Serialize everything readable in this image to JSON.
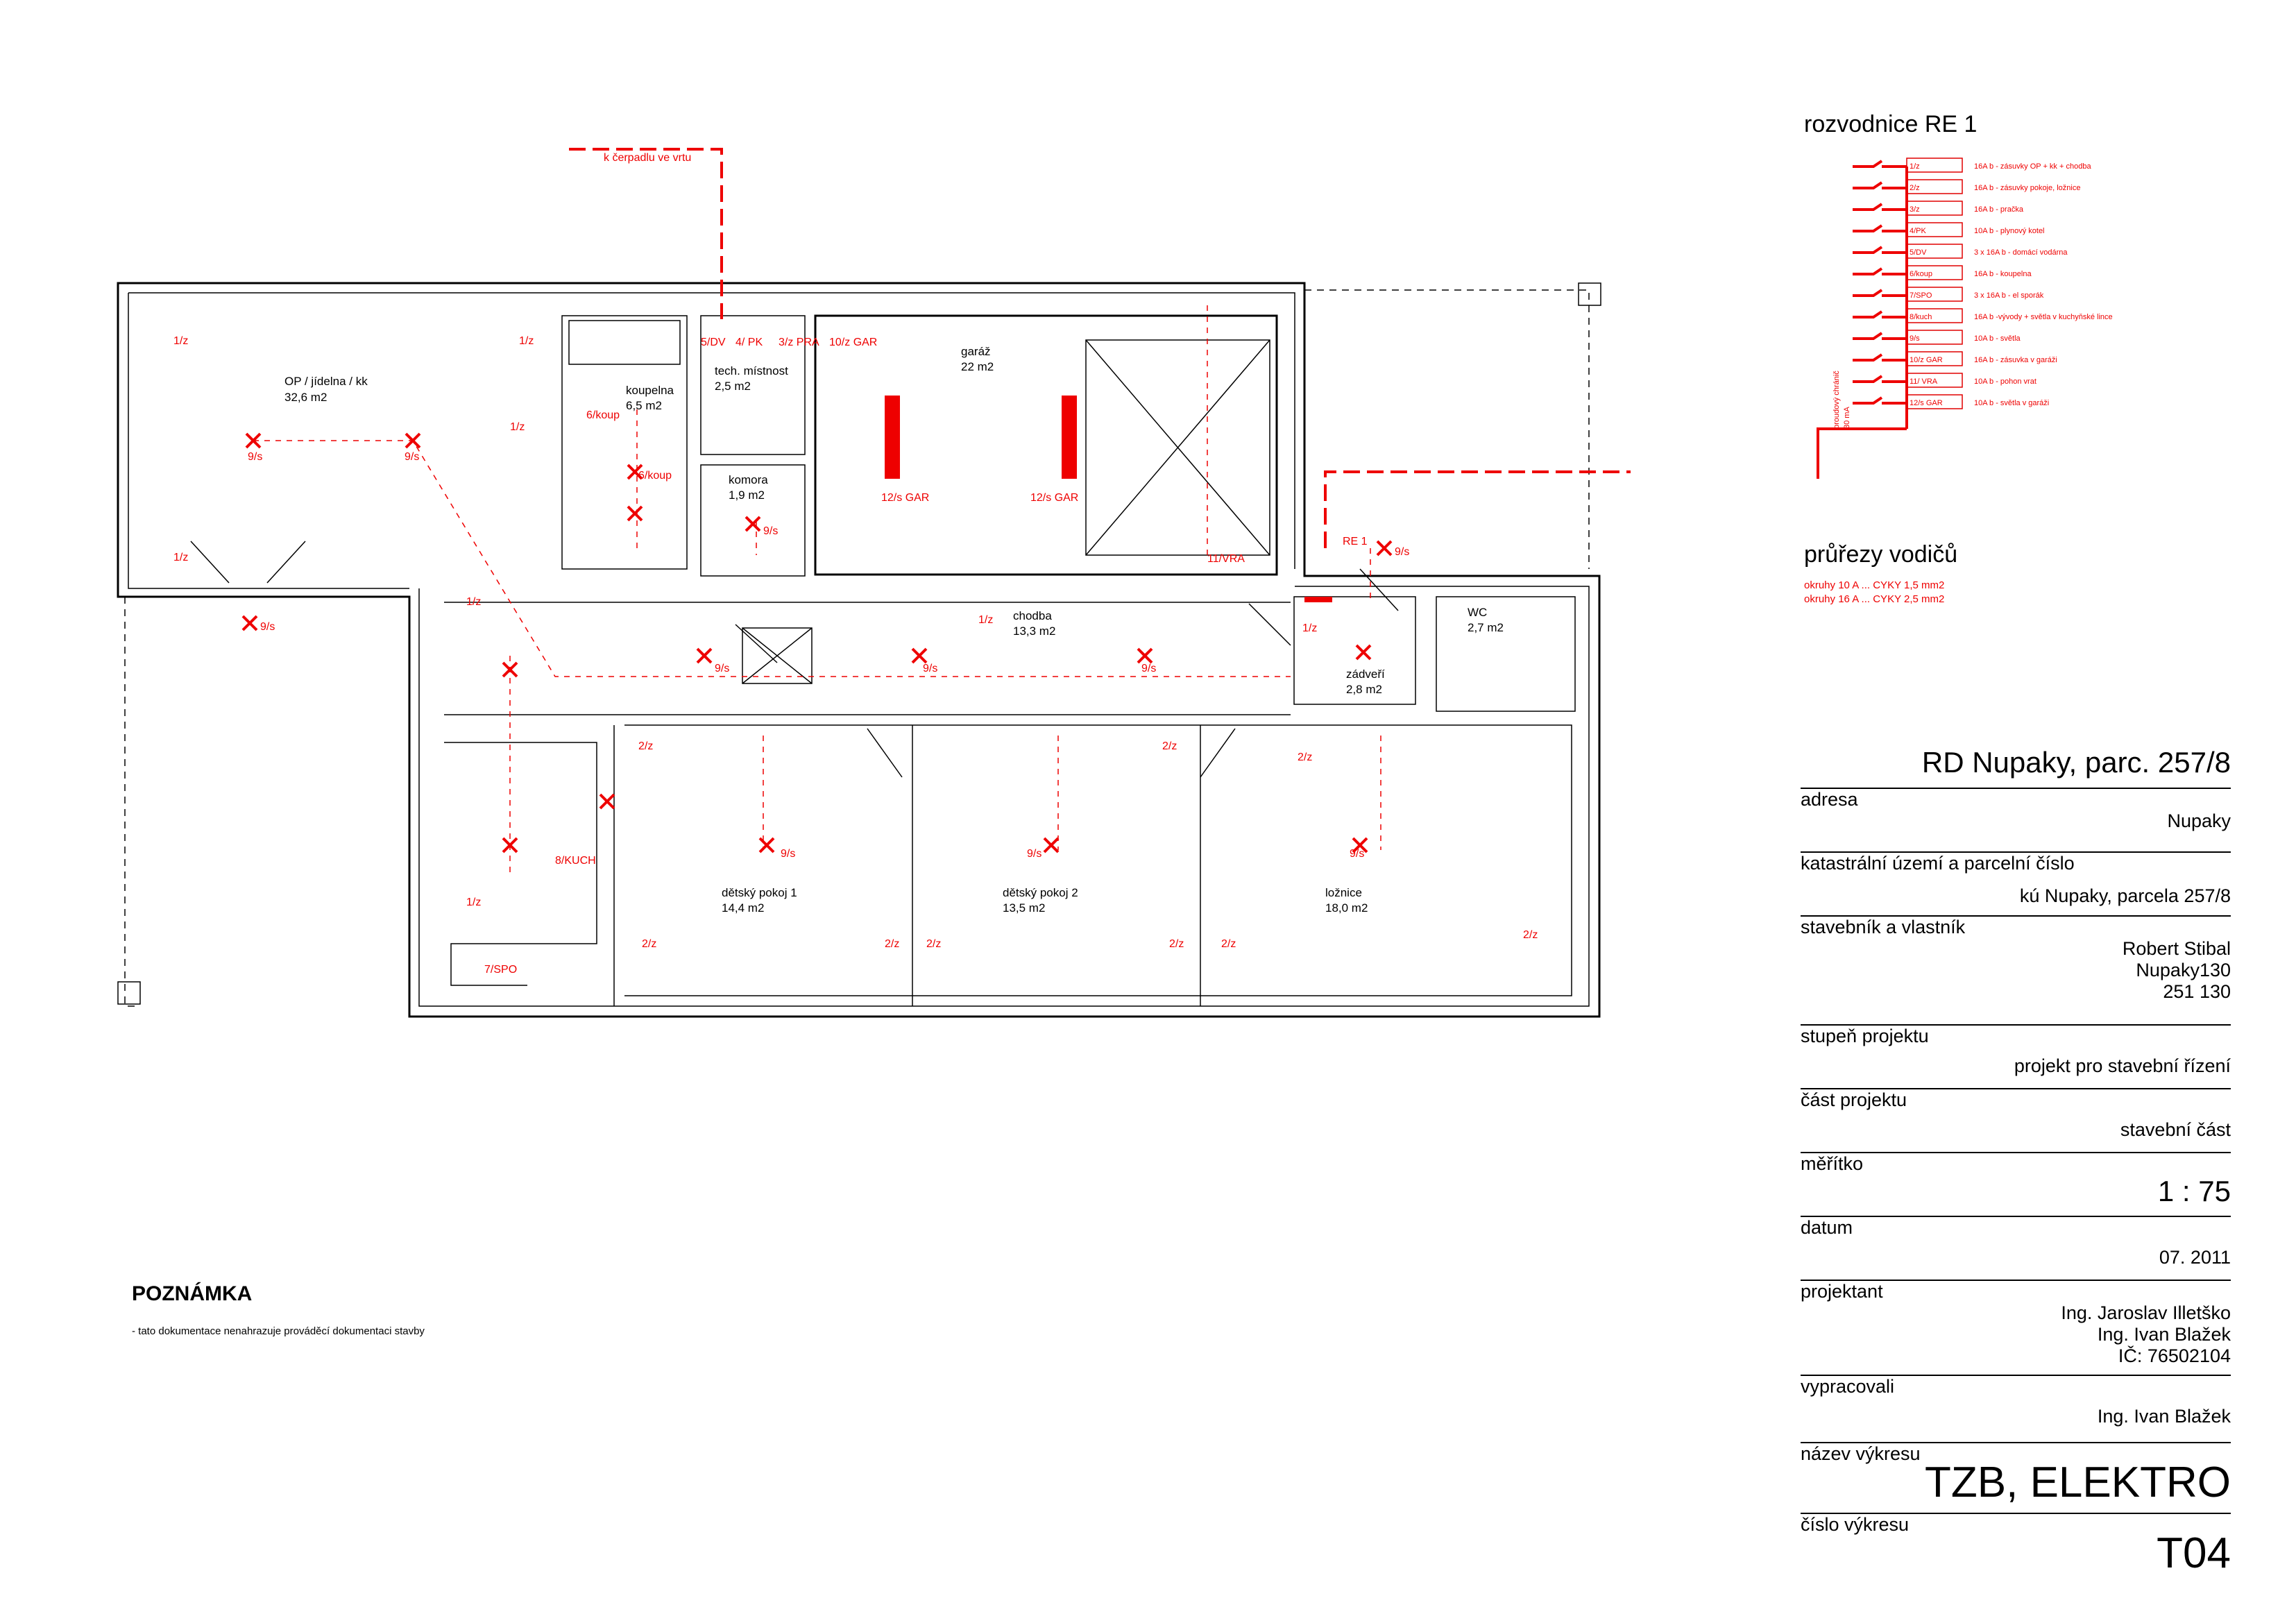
{
  "panel": {
    "title": "rozvodnice RE 1",
    "rcd_label_line1": "proudový chránič",
    "rcd_label_line2": "30 mA",
    "circuits": [
      {
        "id": "1/z",
        "desc": "16A b - zásuvky OP + kk + chodba"
      },
      {
        "id": "2/z",
        "desc": "16A b - zásuvky pokoje, ložnice"
      },
      {
        "id": "3/z",
        "desc": "16A b - pračka"
      },
      {
        "id": "4/PK",
        "desc": "10A b - plynový kotel"
      },
      {
        "id": "5/DV",
        "desc": "3 x 16A b - domácí vodárna"
      },
      {
        "id": "6/koup",
        "desc": "16A b - koupelna"
      },
      {
        "id": "7/SPO",
        "desc": "3 x 16A b - el sporák"
      },
      {
        "id": "8/kuch",
        "desc": "16A b -vývody + světla v kuchyňské lince"
      },
      {
        "id": "9/s",
        "desc": "10A b - světla"
      },
      {
        "id": "10/z GAR",
        "desc": "16A b - zásuvka v garáži"
      },
      {
        "id": "11/ VRA",
        "desc": "10A b - pohon vrat"
      },
      {
        "id": "12/s GAR",
        "desc": "10A b - světla v garáži"
      }
    ]
  },
  "cross_sections": {
    "title": "průřezy vodičů",
    "lines": [
      "okruhy 10 A ... CYKY 1,5 mm2",
      "okruhy 16 A ... CYKY 2,5 mm2"
    ]
  },
  "note": {
    "title": "POZNÁMKA",
    "text": "- tato dokumentace nenahrazuje prováděcí dokumentaci stavby"
  },
  "title_block": {
    "project": "RD Nupaky, parc. 257/8",
    "address_label": "adresa",
    "address": "Nupaky",
    "cadastre_label": "katastrální území a parcelní číslo",
    "cadastre": "kú Nupaky, parcela 257/8",
    "owner_label": "stavebník a vlastník",
    "owner_name": "Robert Stibal",
    "owner_addr1": "Nupaky130",
    "owner_addr2": "251 130",
    "stage_label": "stupeň projektu",
    "stage": "projekt pro stavební řízení",
    "part_label": "část projektu",
    "part": "stavební část",
    "scale_label": "měřítko",
    "scale": "1 : 75",
    "date_label": "datum",
    "date": "07. 2011",
    "designer_label": "projektant",
    "designer1": "Ing. Jaroslav Illetško",
    "designer2": "Ing. Ivan Blažek",
    "designer_ic": "IČ: 76502104",
    "prepared_label": "vypracovali",
    "prepared": "Ing. Ivan Blažek",
    "drawing_name_label": "název výkresu",
    "drawing_name": "TZB, ELEKTRO",
    "drawing_no_label": "číslo výkresu",
    "drawing_no": "T04"
  },
  "rooms": [
    {
      "name": "OP / jídelna / kk",
      "area": "32,6  m2"
    },
    {
      "name": "koupelna",
      "area": "6,5 m2"
    },
    {
      "name": "tech. místnost",
      "area": "2,5  m2"
    },
    {
      "name": "komora",
      "area": "1,9  m2"
    },
    {
      "name": "garáž",
      "area": "22  m2"
    },
    {
      "name": "chodba",
      "area": "13,3  m2"
    },
    {
      "name": "zádveří",
      "area": "2,8  m2"
    },
    {
      "name": "WC",
      "area": "2,7 m2"
    },
    {
      "name": "dětský pokoj 1",
      "area": "14,4  m2"
    },
    {
      "name": "dětský pokoj 2",
      "area": "13,5  m2"
    },
    {
      "name": "ložnice",
      "area": "18,0  m2"
    }
  ],
  "plan_labels": {
    "pump": "k čerpadlu ve vrtu",
    "re1": "RE 1",
    "c_1z": "1/z",
    "c_2z": "2/z",
    "c_9s": "9/s",
    "c_5dv": "5/DV",
    "c_4pk": "4/\nPK",
    "c_3pra": "3/z\nPRA",
    "c_10z": "10/z GAR",
    "c_12s": "12/s GAR",
    "c_11vra": "11/VRA",
    "c_6koup": "6/koup",
    "c_8kuch": "8/KUCH",
    "c_7spo": "7/SPO"
  },
  "colors": {
    "circuit": "#e00000",
    "walls": "#000000"
  }
}
